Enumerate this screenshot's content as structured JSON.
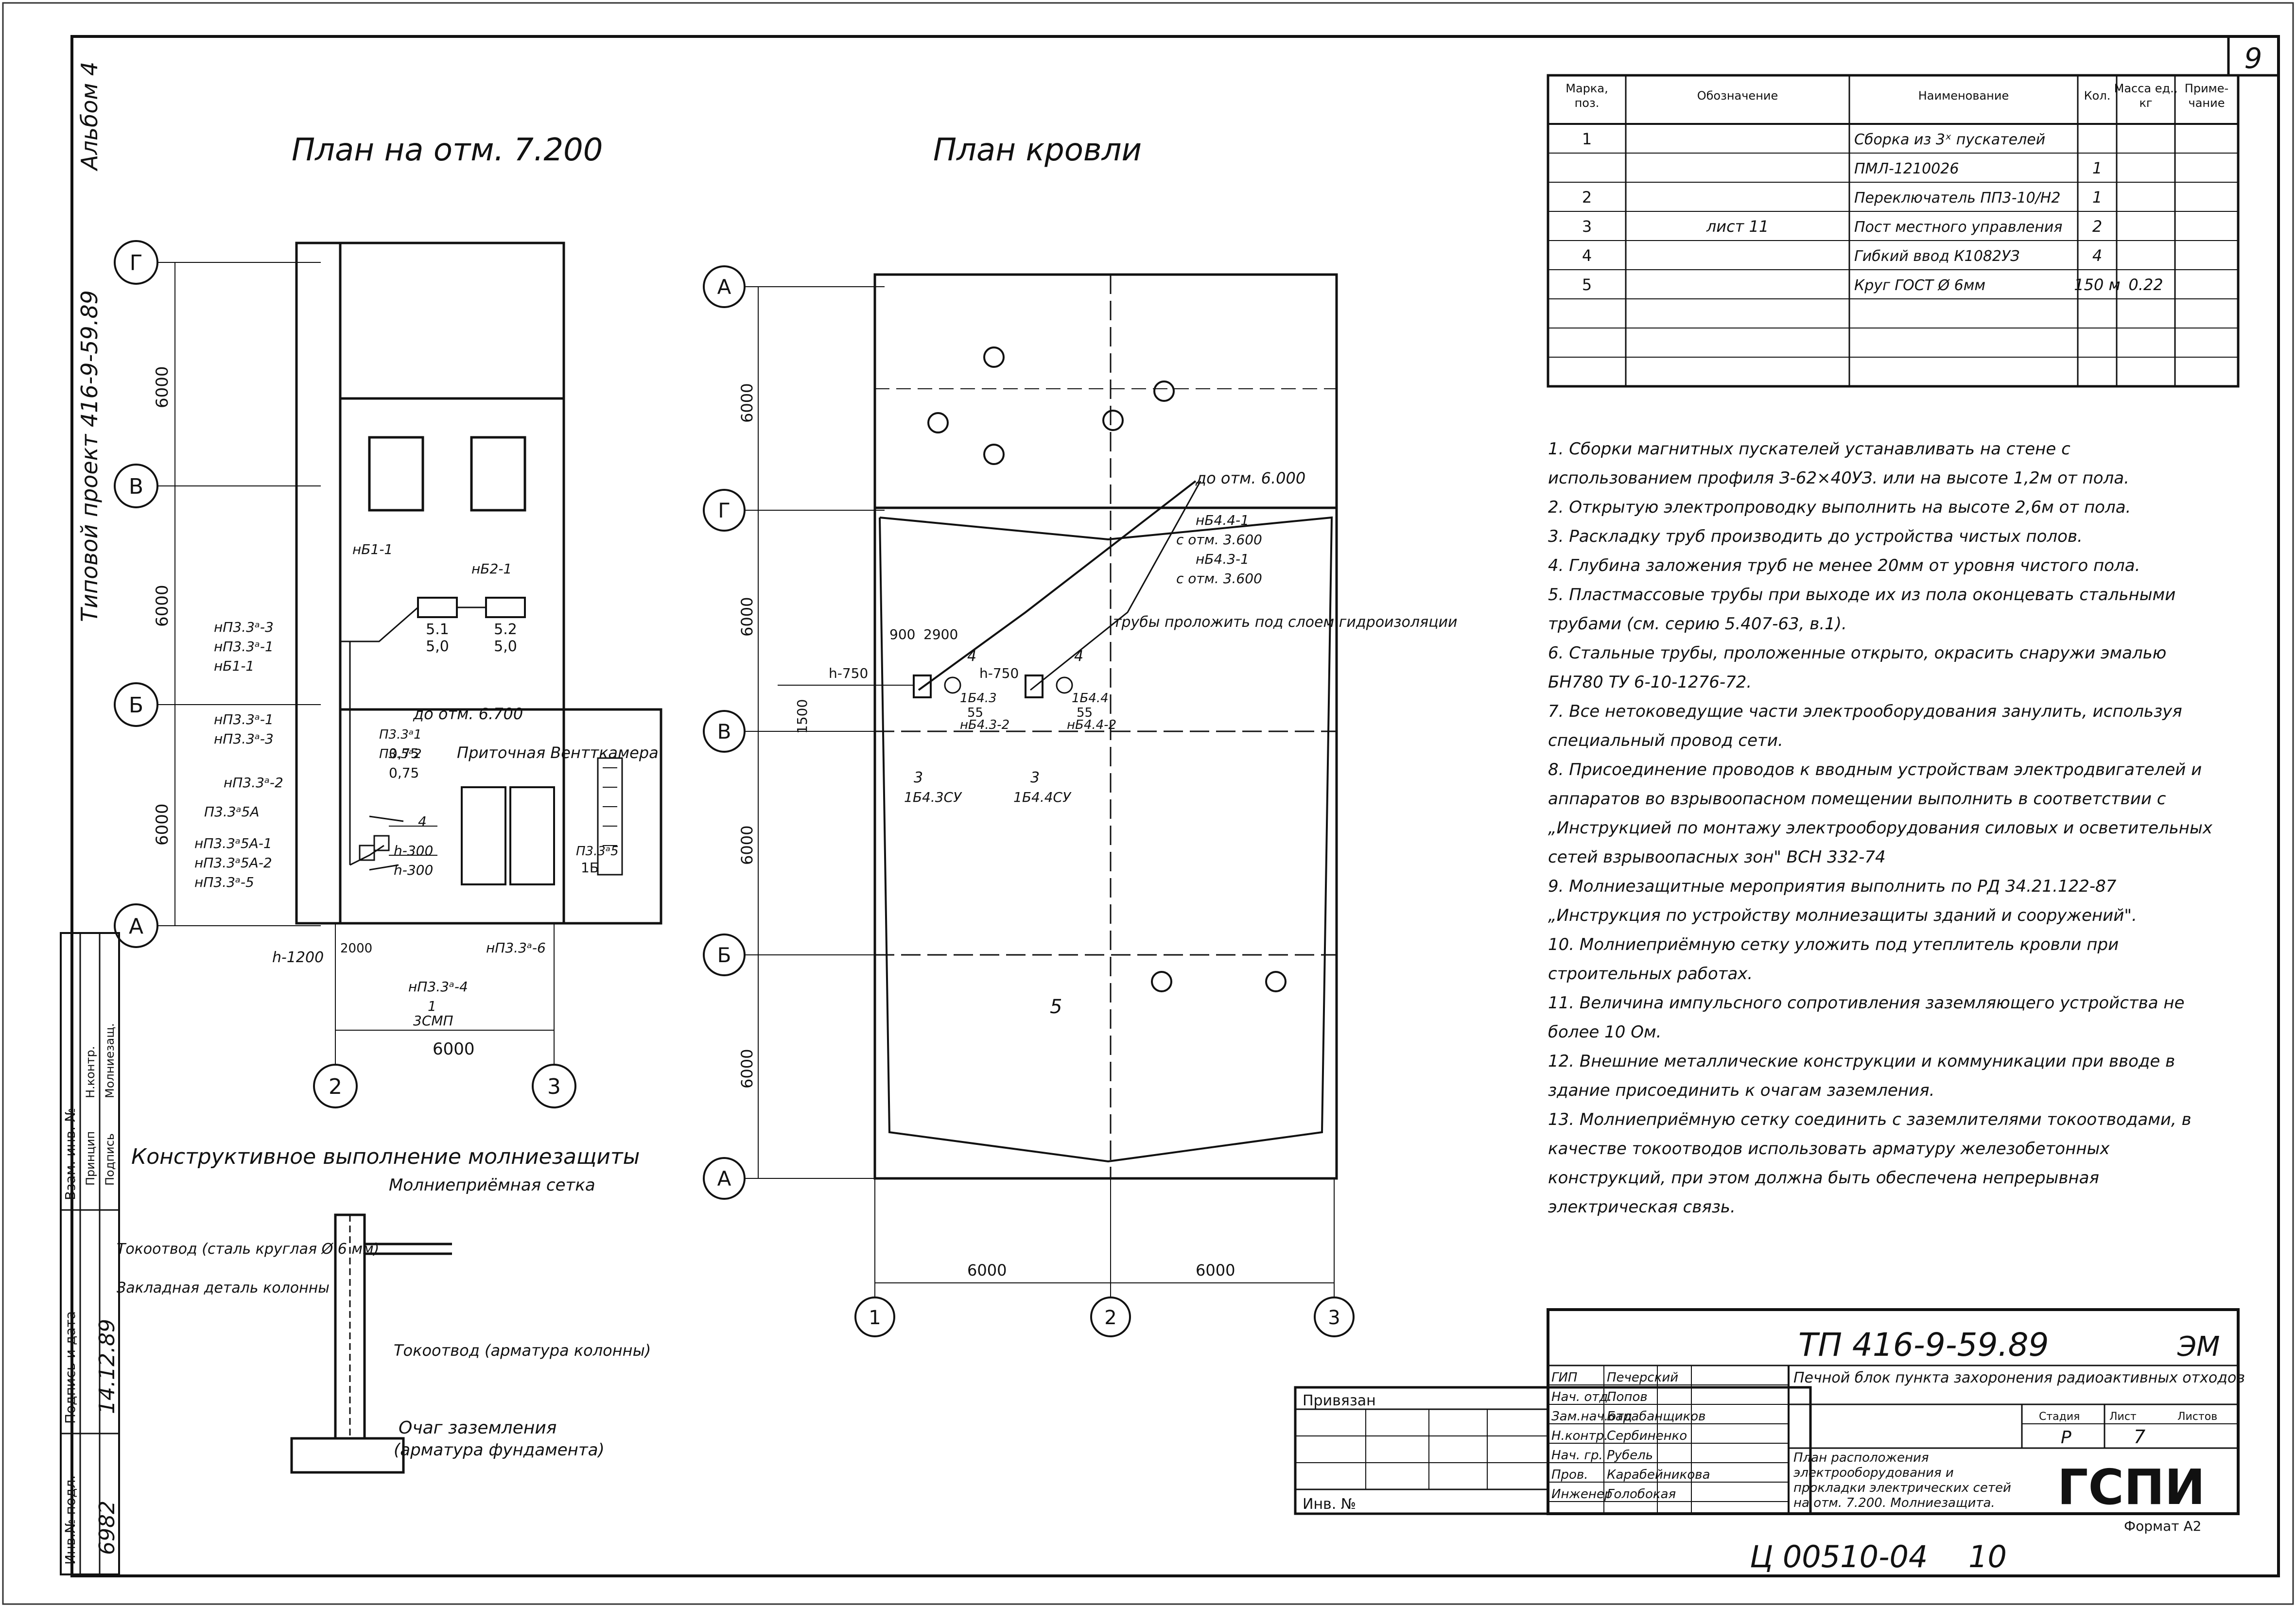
{
  "sheet": {
    "sheet_number": "9",
    "album": "Альбом 4",
    "project_side": "Типовой проект 416-9-59.89",
    "stamp_bottom": "Ц 00510-04",
    "stamp_bottom_page": "10",
    "format": "Формат А2"
  },
  "left_side": {
    "labels": [
      "Инв.№ подл.",
      "Подпись и дата",
      "Взам. инв. №"
    ],
    "stamp_values": [
      "6982",
      "14.12.89"
    ],
    "checks": [
      "Принцип",
      "Н.контр.",
      "Подпись",
      "Молниезащ."
    ]
  },
  "plan1": {
    "title": "План на отм. 7.200",
    "axes_rows": [
      "Г",
      "В",
      "Б",
      "А"
    ],
    "axes_cols": [
      "2",
      "3"
    ],
    "dims_vertical": [
      "6000",
      "6000",
      "6000"
    ],
    "dim_bottom": "6000",
    "room_label": "Приточная Вентткамера",
    "level_label": "до отм. 6.700",
    "labels": [
      "нП3.3ᵃ-3",
      "нП3.3ᵃ-1",
      "нБ1-1",
      "нП3.3ᵃ-1",
      "нП3.3ᵃ-3",
      "нП3.3ᵃ-2",
      "П3.3ᵃ5А",
      "нП3.3ᵃ5А-1",
      "нП3.3ᵃ5А-2",
      "нП3.3ᵃ-5",
      "нП3.3ᵃ-4",
      "нП3.3ᵃ-6",
      "нБ1-1",
      "нБ2-1",
      "П3.3ᵃ1",
      "П3.5ᵃ2",
      "П3.3ᵃ5",
      "3СМП",
      "h-1200",
      "h-300",
      "h-300",
      "2000",
      "4",
      "1"
    ],
    "cells": [
      {
        "top": "5.1",
        "bottom": "5,0"
      },
      {
        "top": "5.2",
        "bottom": "5,0"
      },
      {
        "top": "0,75",
        "bottom": "0,75"
      },
      {
        "top": "1Б",
        "bottom": ""
      }
    ]
  },
  "plan2": {
    "title": "План кровли",
    "axes_rows": [
      "А",
      "Г",
      "В",
      "Б",
      "А"
    ],
    "axes_cols": [
      "1",
      "2",
      "3"
    ],
    "dims_vertical": [
      "6000",
      "6000",
      "6000",
      "6000"
    ],
    "dims_bottom": [
      "6000",
      "6000"
    ],
    "level_label": "до отм. 6.000",
    "note_pipes": "трубы проложить под слоем гидроизоляции",
    "labels": [
      "нБ4.4-1",
      "с отм. 3.600",
      "нБ4.3-1",
      "с отм. 3.600",
      "900",
      "2900",
      "h-750",
      "h-750",
      "1500",
      "4",
      "4",
      "3",
      "3",
      "1Б4.3СУ",
      "1Б4.4СУ",
      "1Б4.3",
      "1Б4.4",
      "55",
      "55",
      "нБ4.3-2",
      "нБ4.4-2",
      "5"
    ]
  },
  "detail": {
    "title": "Конструктивное выполнение молниезащиты",
    "labels": [
      "Молниеприёмная сетка",
      "Токоотвод (сталь круглая Ø 6 мм)",
      "Закладная деталь колонны",
      "Токоотвод (арматура колонны)",
      "Очаг заземления",
      "(арматура фундамента)"
    ]
  },
  "spec": {
    "headers": [
      "Марка, поз.",
      "Обозначение",
      "Наименование",
      "Кол.",
      "Масса ед., кг",
      "Приме- чание"
    ],
    "rows": [
      [
        "1",
        "",
        "Сборка из 3ˣ пускателей",
        "",
        "",
        ""
      ],
      [
        "",
        "",
        "ПМЛ-1210026",
        "1",
        "",
        ""
      ],
      [
        "2",
        "",
        "Переключатель ПП3-10/Н2",
        "1",
        "",
        ""
      ],
      [
        "3",
        "лист 11",
        "Пост местного управления",
        "2",
        "",
        ""
      ],
      [
        "4",
        "",
        "Гибкий ввод К1082УЗ",
        "4",
        "",
        ""
      ],
      [
        "5",
        "",
        "Круг ГОСТ Ø 6мм",
        "150 м",
        "0.22",
        ""
      ],
      [
        "",
        "",
        "",
        "",
        "",
        ""
      ],
      [
        "",
        "",
        "",
        "",
        "",
        ""
      ],
      [
        "",
        "",
        "",
        "",
        "",
        ""
      ]
    ]
  },
  "notes": [
    "1. Сборки магнитных пускателей устанавливать на стене с использованием профиля З-62×40УЗ. или на высоте 1,2м от пола.",
    "2. Открытую электропроводку выполнить на высоте 2,6м от пола.",
    "3. Раскладку труб производить до устройства чистых полов.",
    "4. Глубина заложения труб не менее 20мм от уровня чистого пола.",
    "5. Пластмассовые трубы при выходе их из пола оконцевать стальными трубами (см. серию 5.407-63, в.1).",
    "6. Стальные трубы, проложенные открыто, окрасить снаружи эмалью БН780 ТУ 6-10-1276-72.",
    "7. Все нетоковедущие части электрооборудования занулить, используя специальный провод сети.",
    "8. Присоединение проводов к вводным устройствам электродвигателей и аппаратов во взрывоопасном помещении выполнить в соответствии с „Инструкцией по монтажу электрооборудования силовых и осветительных сетей взрывоопасных зон\" ВСН 332-74",
    "9. Молниезащитные мероприятия выполнить по РД 34.21.122-87 „Инструкция по устройству молниезащиты зданий и сооружений\".",
    "10. Молниеприёмную сетку уложить под утеплитель кровли при строительных работах.",
    "11. Величина импульсного сопротивления заземляющего устройства не более 10 Ом.",
    "12. Внешние металлические конструкции и коммуникации при вводе в здание присоединить к очагам заземления.",
    "13. Молниеприёмную сетку соединить с заземлителями токоотводами, в качестве токоотводов использовать арматуру железобетонных конструкций, при этом должна быть обеспечена непрерывная электрическая связь."
  ],
  "title_block": {
    "bound_label": "Привязан",
    "inv_label": "Инв. №",
    "code": "ТП 416-9-59.89",
    "code_suffix": "ЭМ",
    "object": "Печной блок пункта захоронения радиоактивных отходов",
    "sheet_title": "План расположения электрооборудования и прокладки электрических сетей на отм. 7.200. Молниезащита.",
    "stage_label": "Стадия",
    "sheet_label": "Лист",
    "sheets_label": "Листов",
    "stage": "Р",
    "sheet": "7",
    "sheets": "",
    "org": "ГСПИ",
    "roles": [
      {
        "role": "ГИП",
        "name": "Печерский"
      },
      {
        "role": "Нач. отд.",
        "name": "Попов"
      },
      {
        "role": "Зам.нач.отд",
        "name": "Барабанщиков"
      },
      {
        "role": "Н.контр.",
        "name": "Сербиненко"
      },
      {
        "role": "Нач. гр.",
        "name": "Рубель"
      },
      {
        "role": "Пров.",
        "name": "Карабейникова"
      },
      {
        "role": "Инженер",
        "name": "Голобокая"
      }
    ]
  }
}
